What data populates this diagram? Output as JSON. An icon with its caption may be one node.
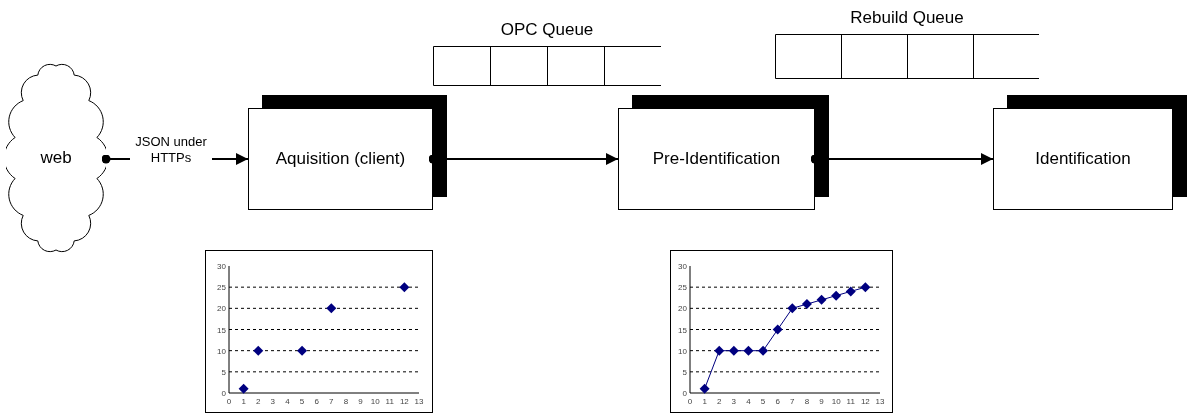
{
  "diagram": {
    "nodes": [
      {
        "text": [
          "web"
        ]
      },
      {
        "text": [
          "Aquisition (client)"
        ]
      },
      {
        "text": [
          "OPC Queue"
        ]
      },
      {
        "text": [
          "Pre-Identification"
        ]
      },
      {
        "text": [
          "Rebuild Queue"
        ]
      },
      {
        "text": [
          "Identification"
        ]
      }
    ],
    "edges": [
      {
        "from": 0,
        "to": 1,
        "arrow": "to",
        "label": "JSON under HTTPs"
      },
      {
        "from": 1,
        "to": 3,
        "arrow": "to"
      },
      {
        "from": 3,
        "to": 5,
        "arrow": "to"
      }
    ],
    "chart_data": [
      {
        "type": "scatter",
        "x": [
          1,
          2,
          5,
          7,
          12
        ],
        "series": [
          {
            "color": "#000080",
            "values": [
              1,
              10,
              10,
              20,
              25
            ]
          }
        ],
        "xlim": [
          0,
          13
        ],
        "ylim": [
          0,
          30
        ],
        "xticks": [
          0,
          1,
          2,
          3,
          4,
          5,
          6,
          7,
          8,
          9,
          10,
          11,
          12,
          13
        ],
        "yticks": [
          0,
          5,
          10,
          15,
          20,
          25,
          30
        ],
        "grid": true
      },
      {
        "type": "line",
        "x": [
          1,
          2,
          3,
          4,
          5,
          6,
          7,
          8,
          9,
          10,
          11,
          12
        ],
        "series": [
          {
            "color": "#000080",
            "marker": true,
            "values": [
              1,
              10,
              10,
              10,
              10,
              15,
              20,
              21,
              22,
              23,
              24,
              25
            ]
          }
        ],
        "xlim": [
          0,
          13
        ],
        "ylim": [
          0,
          30
        ],
        "xticks": [
          0,
          1,
          2,
          3,
          4,
          5,
          6,
          7,
          8,
          9,
          10,
          11,
          12,
          13
        ],
        "yticks": [
          0,
          5,
          10,
          15,
          20,
          25,
          30
        ],
        "grid": true
      }
    ]
  }
}
